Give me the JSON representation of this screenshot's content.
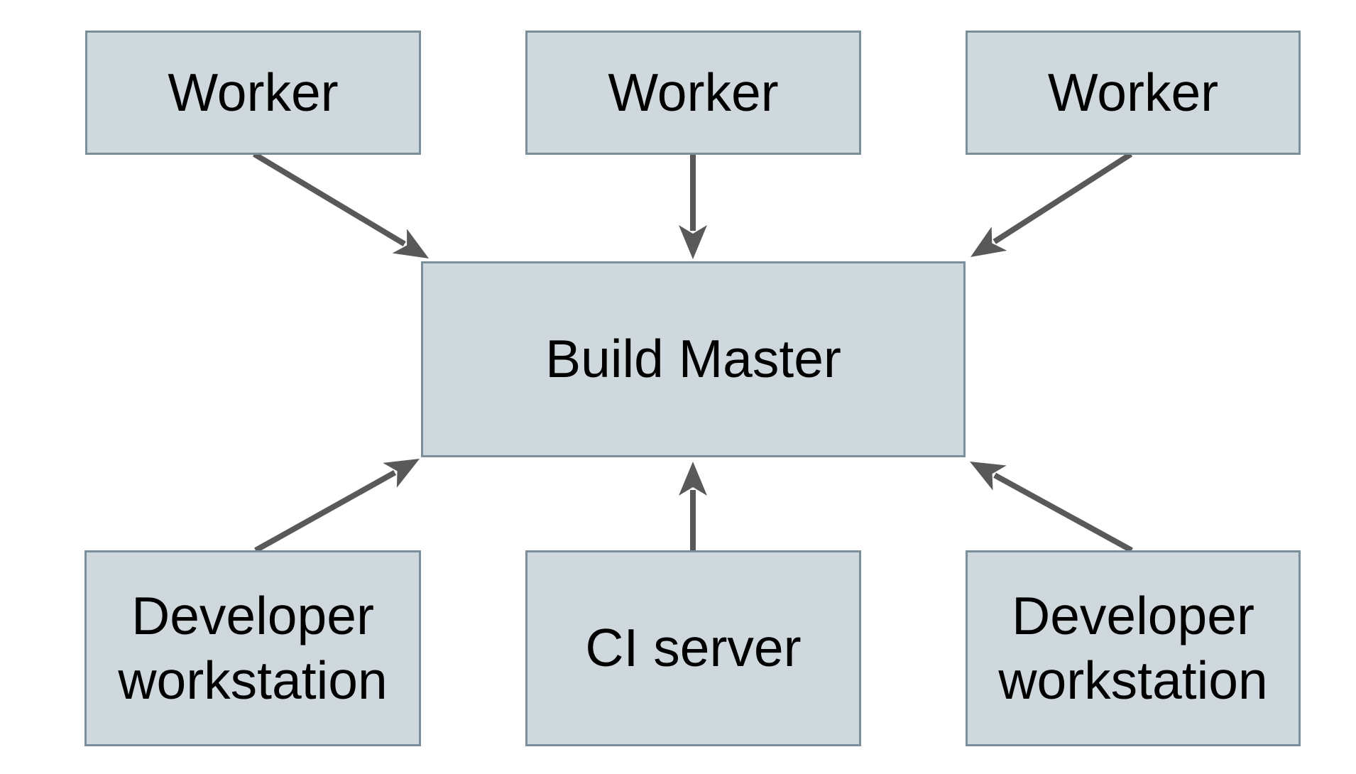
{
  "diagram": {
    "colors": {
      "node_fill": "#cfd8dc",
      "node_border": "#7a8f99",
      "arrow": "#595959",
      "text": "#000000",
      "background": "#ffffff"
    },
    "nodes": {
      "worker_left": {
        "label": "Worker"
      },
      "worker_center": {
        "label": "Worker"
      },
      "worker_right": {
        "label": "Worker"
      },
      "build_master": {
        "label": "Build Master"
      },
      "dev_left": {
        "label": "Developer workstation"
      },
      "ci_server": {
        "label": "CI server"
      },
      "dev_right": {
        "label": "Developer workstation"
      }
    },
    "edges": [
      {
        "from": "worker_left",
        "to": "build_master",
        "direction": "down"
      },
      {
        "from": "worker_center",
        "to": "build_master",
        "direction": "down"
      },
      {
        "from": "worker_right",
        "to": "build_master",
        "direction": "down"
      },
      {
        "from": "dev_left",
        "to": "build_master",
        "direction": "up"
      },
      {
        "from": "ci_server",
        "to": "build_master",
        "direction": "up"
      },
      {
        "from": "dev_right",
        "to": "build_master",
        "direction": "up"
      }
    ]
  }
}
